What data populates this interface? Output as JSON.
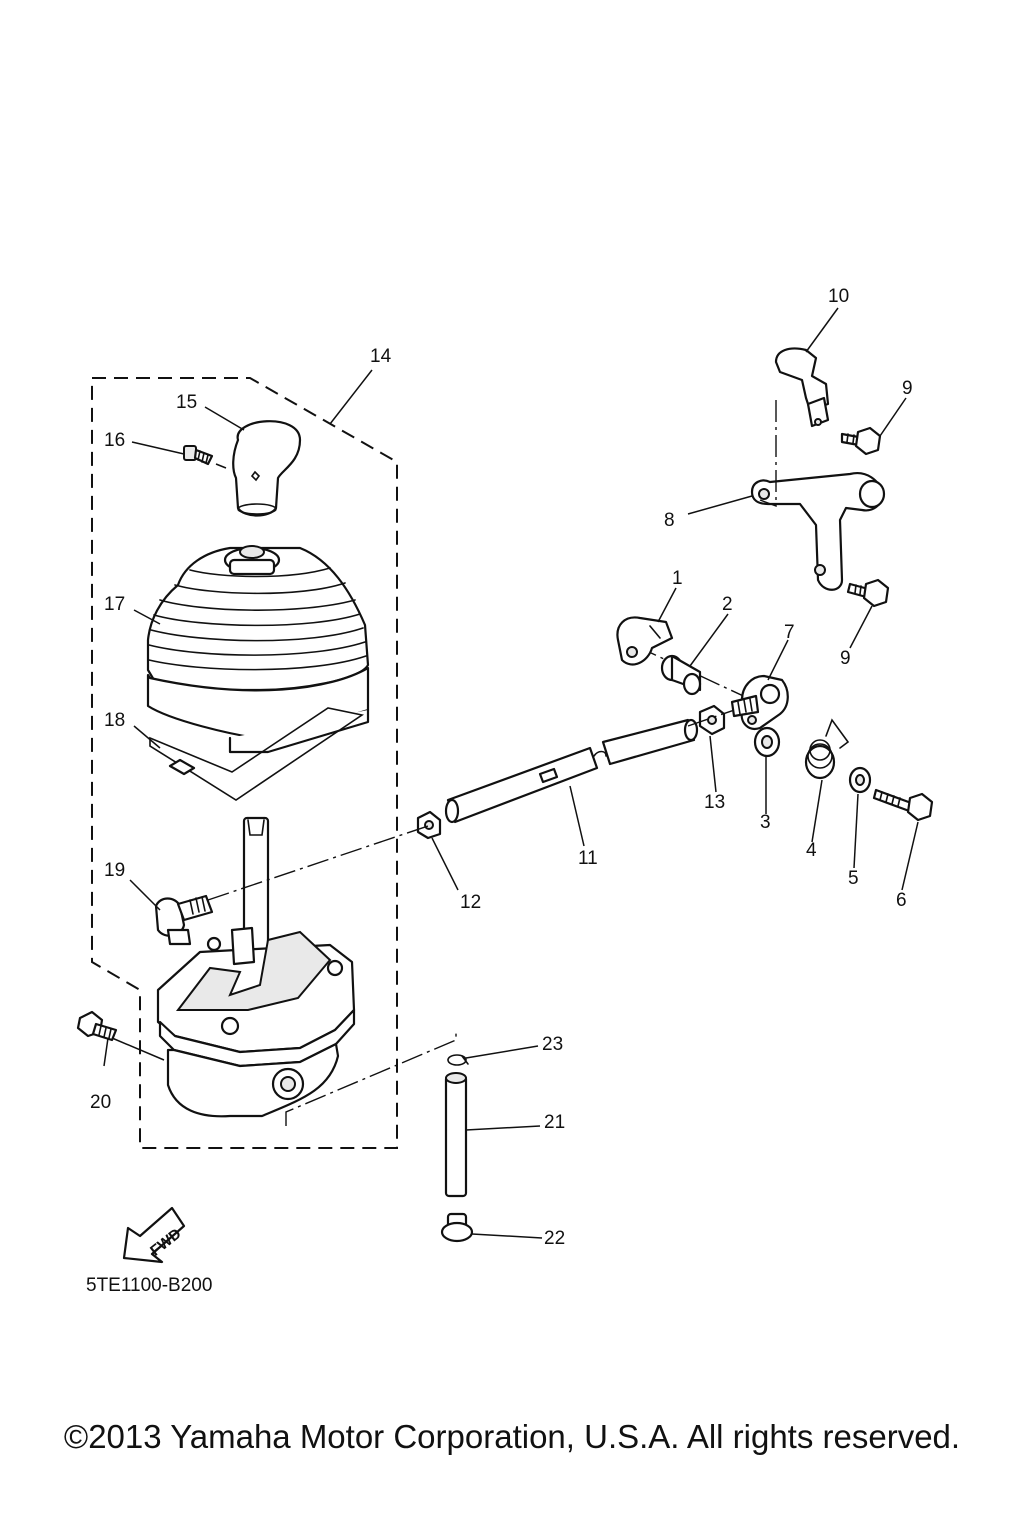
{
  "diagram": {
    "callouts": {
      "p1": "1",
      "p2": "2",
      "p3": "3",
      "p4": "4",
      "p5": "5",
      "p6": "6",
      "p7": "7",
      "p8": "8",
      "p9a": "9",
      "p9b": "9",
      "p10": "10",
      "p11": "11",
      "p12": "12",
      "p13": "13",
      "p14": "14",
      "p15": "15",
      "p16": "16",
      "p17": "17",
      "p18": "18",
      "p19": "19",
      "p20": "20",
      "p21": "21",
      "p22": "22",
      "p23": "23"
    },
    "fwd_label": "FWD",
    "diagram_code": "5TE1100-B200"
  },
  "footer": {
    "copyright": "©2013 Yamaha Motor Corporation, U.S.A. All rights reserved."
  }
}
